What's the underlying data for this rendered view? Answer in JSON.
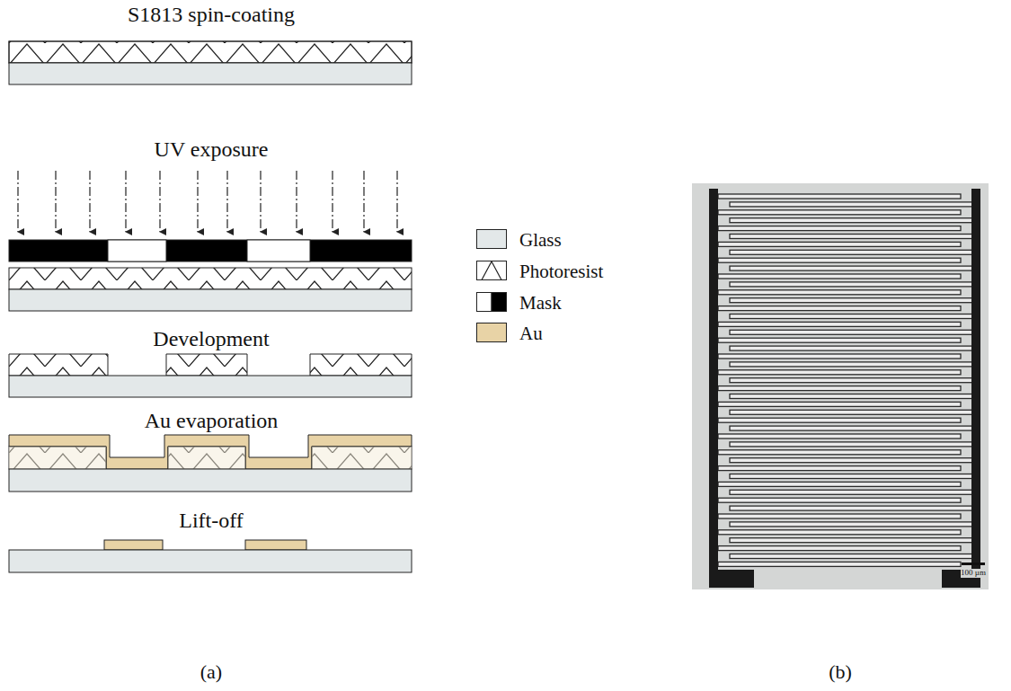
{
  "diagram": {
    "labels": [
      "S1813 spin-coating",
      "UV exposure",
      "Development",
      "Au evaporation",
      "Lift-off",
      "100 µm",
      "(a)",
      "(b)"
    ],
    "legend": [
      {
        "text": "Glass",
        "color": "#e3e8e9"
      },
      {
        "text": "Photoresist"
      },
      {
        "text": "Mask"
      },
      {
        "text": "Au",
        "color": "#e8d3a6"
      }
    ]
  }
}
